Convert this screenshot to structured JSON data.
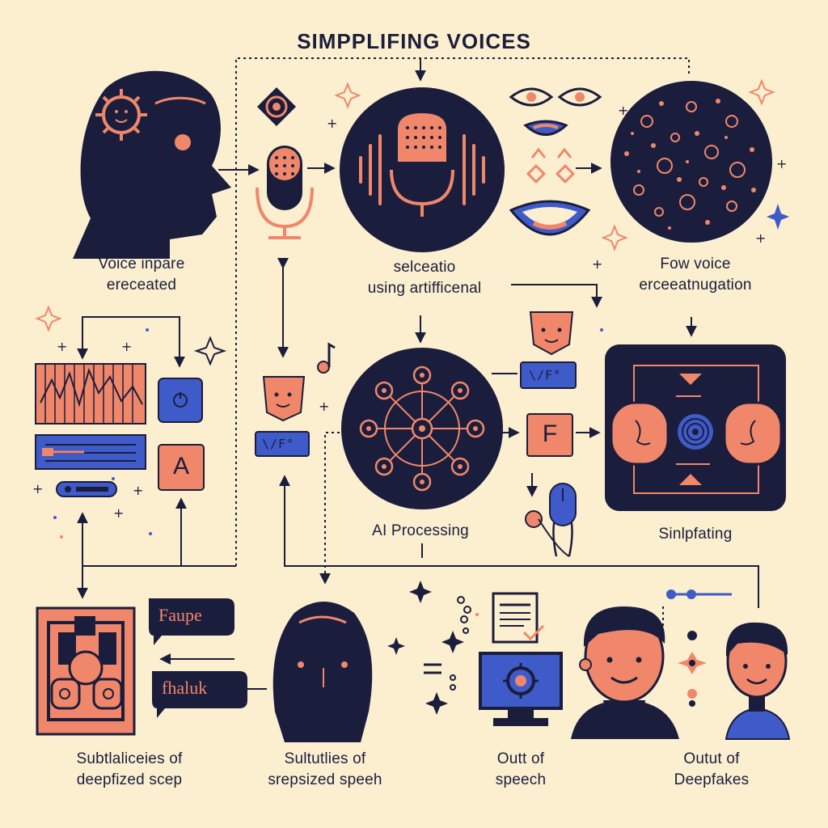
{
  "title": "SIMPPLIFING VOICES",
  "labels": {
    "voice_input_1": "Voice inpare",
    "voice_input_2": "ereceated",
    "selection_1": "selceatio",
    "selection_2": "using artifficenal",
    "few_voice_1": "Fow voice",
    "few_voice_2": "erceeatnugation",
    "ai_processing": "AI Processing",
    "simplifying": "Sinlpfating",
    "subtleties_1_a": "Subtlaliceies of",
    "subtleties_1_b": "deepfized scep",
    "subtleties_2_a": "Sultutlies of",
    "subtleties_2_b": "srepsized speeh",
    "output_speech_a": "Outt of",
    "output_speech_b": "speech",
    "output_deepfakes_a": "Outut of",
    "output_deepfakes_b": "Deepfakes"
  },
  "bubbles": {
    "top": "Faupe",
    "bottom": "fhaluk"
  },
  "chips": {
    "left": "\\/F°",
    "right": "\\/F°"
  },
  "keys": {
    "a": "A",
    "f": "F"
  },
  "colors": {
    "background": "#fbefd0",
    "navy": "#1b1d3c",
    "coral": "#f0876a",
    "blue": "#3f5bc9"
  }
}
